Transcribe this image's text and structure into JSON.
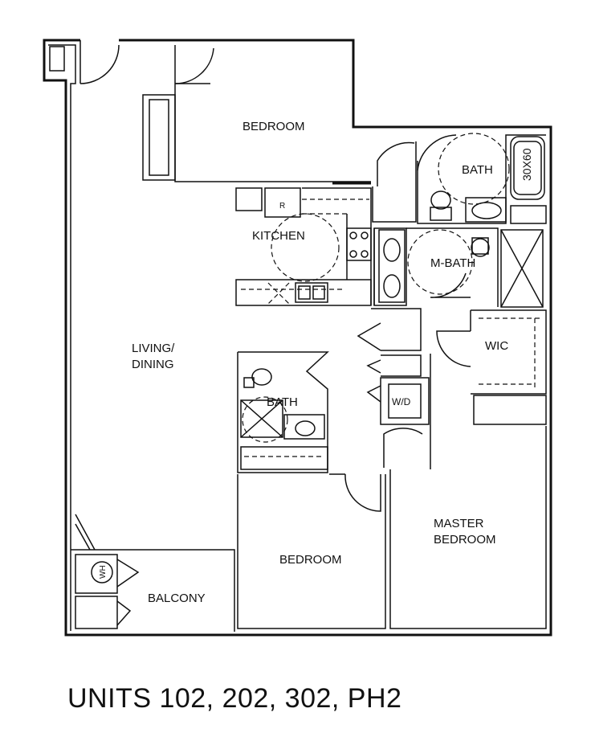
{
  "rooms": {
    "bedroom_top": "BEDROOM",
    "bath_top": "BATH",
    "tub": "30X60",
    "kitchen": "KITCHEN",
    "fridge": "R",
    "mbath": "M-BATH",
    "living": [
      "LIVING/",
      "DINING"
    ],
    "wic": "WIC",
    "bath_mid": "BATH",
    "wd": "W/D",
    "master": [
      "MASTER",
      "BEDROOM"
    ],
    "bedroom_bottom": "BEDROOM",
    "wh": "WH",
    "balcony": "BALCONY"
  },
  "caption": "UNITS 102, 202, 302, PH2"
}
